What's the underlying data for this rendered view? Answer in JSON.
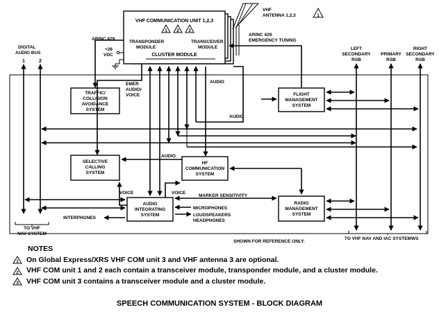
{
  "labels": {
    "vhf_unit": "VHF COMMUNICATION UNIT 1,2,3",
    "transponder": [
      "TRANSPONDER",
      "MODULE"
    ],
    "transceiver": [
      "TRANSCEIVER",
      "MODULE"
    ],
    "cluster": "CLUSTER MODULE",
    "antenna": [
      "VHF",
      "ANTENNA 1,2,3"
    ],
    "arinc_429_left": "ARINC 429",
    "arinc_429_right": [
      "ARINC 429",
      "EMERGENCY TUNING"
    ],
    "vdc": [
      "+28",
      "VDC"
    ],
    "digital_audio_bus": [
      "DIGITAL",
      "AUDIO BUS"
    ],
    "bus_1": "1",
    "bus_2": "2",
    "left_rsb": [
      "LEFT",
      "SECONDARY",
      "RSB"
    ],
    "primary_rsb": [
      "PRIMARY",
      "RSB"
    ],
    "right_rsb": [
      "RIGHT",
      "SECONDARY",
      "RSB"
    ],
    "tcas": [
      "TRAFFIC/",
      "COLLISION",
      "AVOIDANCE",
      "SYSTEM"
    ],
    "emer_audio": [
      "EMER",
      "AUDIO/",
      "VOICE"
    ],
    "audio_1": "AUDIO",
    "audio_2": "AUDIO",
    "audio_3": "AUDIO",
    "fms": [
      "FLIGHT",
      "MANAGEMENT",
      "SYSTEM"
    ],
    "selcal": [
      "SELECTIVE",
      "CALLING",
      "SYSTEM"
    ],
    "hf": [
      "HF",
      "COMMUNICATION",
      "SYSTEM"
    ],
    "voice_1": "VOICE",
    "voice_2": "VOICE",
    "marker": "MARKER SENSITIVITY",
    "ais": [
      "AUDIO",
      "INTEGRATING",
      "SYSTEM"
    ],
    "radio_mgmt": [
      "RADIO",
      "MANAGEMENT",
      "SYSTEM"
    ],
    "interphones": "INTERPHONES",
    "microphones": "MICROPHONES",
    "loudspeakers": "LOUDSPEAKERS",
    "headphones": "HEADPHONES",
    "to_vhf_nav": [
      "TO VHF",
      "NAV SYSTEM"
    ],
    "to_vhf_nav_iac": "TO VHF NAV AND IAC SYSTEMWS",
    "reference": "SHOWN FOR REFERENCE ONLY."
  },
  "note_marks": [
    "1",
    "2",
    "3"
  ],
  "notes": {
    "heading": "NOTES",
    "items": [
      {
        "mark": "1",
        "text": "On Global Express/XRS VHF COM unit 3 and VHF antenna 3 are optional."
      },
      {
        "mark": "2",
        "text": "VHF COM unit 1 and 2 each contain a transceiver module, transponder module, and a cluster module."
      },
      {
        "mark": "3",
        "text": "VHF COM unit 3 contains a transceiver module and a cluster module."
      }
    ]
  },
  "title": "SPEECH COMMUNICATION SYSTEM - BLOCK DIAGRAM"
}
